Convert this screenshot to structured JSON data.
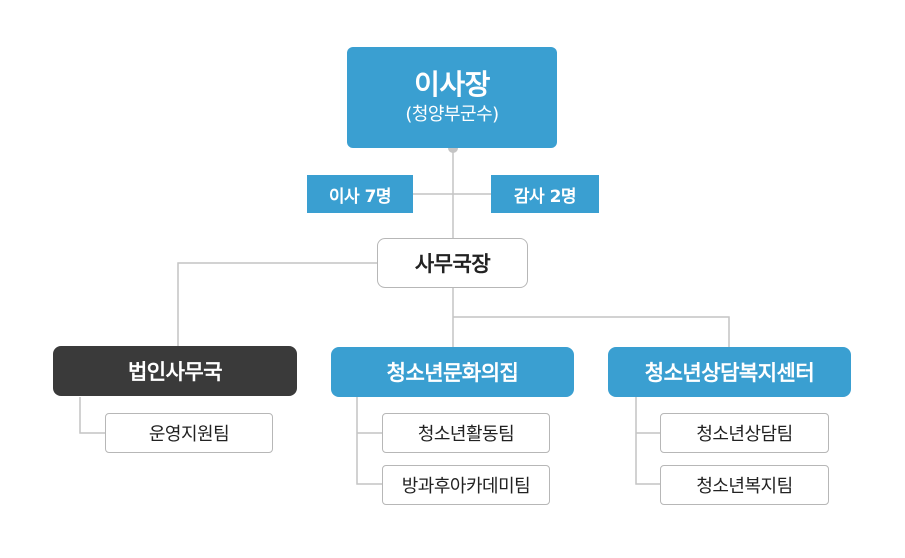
{
  "chair": {
    "title": "이사장",
    "subtitle": "(청양부군수)"
  },
  "board": {
    "directors": "이사 7명",
    "auditors": "감사 2명"
  },
  "director": "사무국장",
  "departments": [
    {
      "label": "법인사무국",
      "teams": [
        "운영지원팀"
      ]
    },
    {
      "label": "청소년문화의집",
      "teams": [
        "청소년활동팀",
        "방과후아카데미팀"
      ]
    },
    {
      "label": "청소년상담복지센터",
      "teams": [
        "청소년상담팀",
        "청소년복지팀"
      ]
    }
  ],
  "colors": {
    "accent_blue": "#3a9fd1",
    "dark_dept": "#3a3a3a",
    "connector": "#c4c4c4",
    "box_border": "#b7b7b7"
  }
}
